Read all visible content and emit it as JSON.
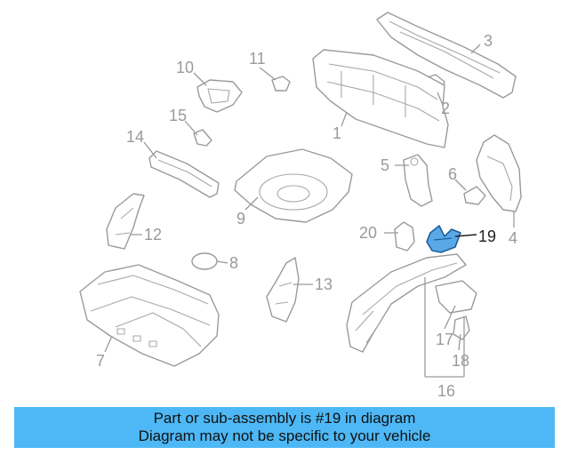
{
  "callouts": [
    {
      "key": "c1",
      "label": "1"
    },
    {
      "key": "c2",
      "label": "2"
    },
    {
      "key": "c3",
      "label": "3"
    },
    {
      "key": "c4",
      "label": "4"
    },
    {
      "key": "c5",
      "label": "5"
    },
    {
      "key": "c6",
      "label": "6"
    },
    {
      "key": "c7",
      "label": "7"
    },
    {
      "key": "c8",
      "label": "8"
    },
    {
      "key": "c9",
      "label": "9"
    },
    {
      "key": "c10",
      "label": "10"
    },
    {
      "key": "c11",
      "label": "11"
    },
    {
      "key": "c12",
      "label": "12"
    },
    {
      "key": "c13",
      "label": "13"
    },
    {
      "key": "c14",
      "label": "14"
    },
    {
      "key": "c15",
      "label": "15"
    },
    {
      "key": "c16",
      "label": "16"
    },
    {
      "key": "c17",
      "label": "17"
    },
    {
      "key": "c18",
      "label": "18"
    },
    {
      "key": "c19",
      "label": "19"
    },
    {
      "key": "c20",
      "label": "20"
    }
  ],
  "highlighted_part": "19",
  "colors": {
    "banner_background": "#4db8f5",
    "highlight_fill": "#5aa8e6",
    "line_art": "#9a9a9a"
  },
  "banner": {
    "line1": "Part or sub-assembly is #19 in diagram",
    "line2": "Diagram may not be specific to your vehicle"
  }
}
